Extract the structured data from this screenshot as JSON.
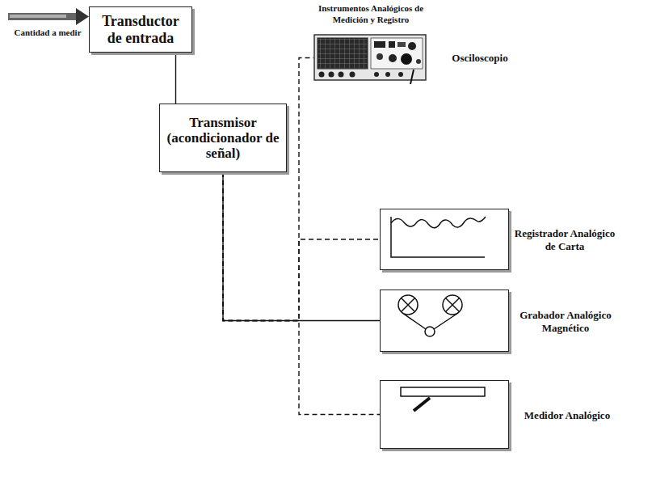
{
  "diagram": {
    "nodes": [
      {
        "text": [
          "Transductor de entrada"
        ]
      },
      {
        "text": [
          "Transmisor (acondicionador de señal)"
        ]
      },
      {
        "text": [
          "Osciloscopio"
        ]
      },
      {
        "text": [
          "Registrador Analógico de Carta"
        ]
      },
      {
        "text": [
          "Grabador Analógico Magnético"
        ]
      },
      {
        "text": [
          "Medidor Analógico"
        ]
      }
    ],
    "edges": [
      {
        "from": 0,
        "to": 1,
        "arrow": "none"
      },
      {
        "from": 1,
        "to": 2,
        "arrow": "none"
      },
      {
        "from": 1,
        "to": 3,
        "arrow": "none"
      },
      {
        "from": 1,
        "to": 4,
        "arrow": "none"
      },
      {
        "from": 1,
        "to": 5,
        "arrow": "none"
      }
    ],
    "labels": [
      "Cantidad a medir",
      "Instrumentos Analógicos de Medición y Registro"
    ]
  }
}
